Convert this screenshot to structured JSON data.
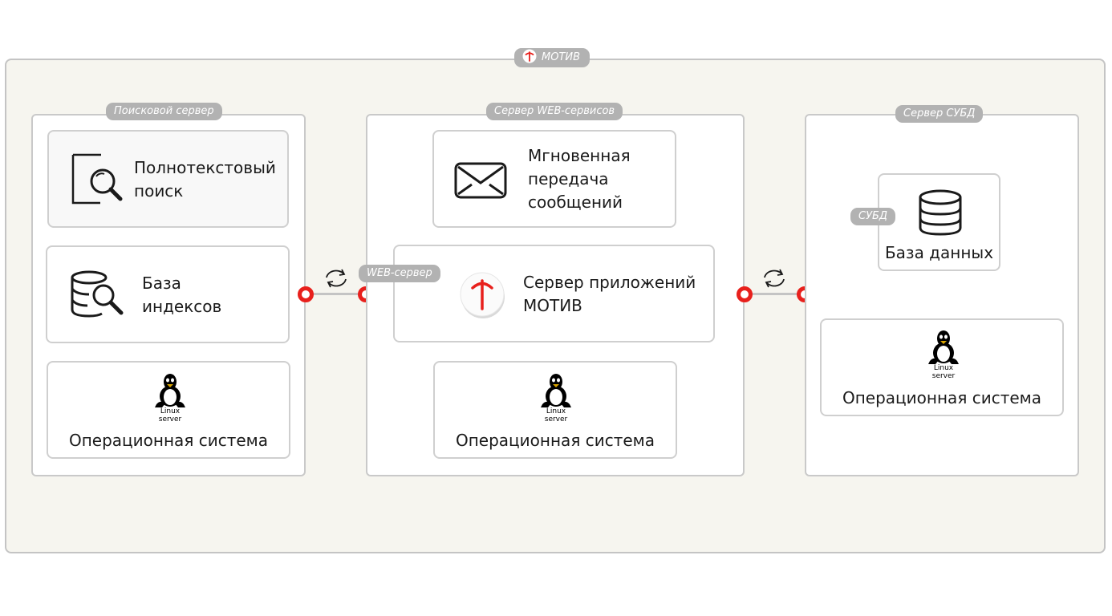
{
  "outer": {
    "title": "МОТИВ"
  },
  "servers": {
    "search": {
      "title": "Поисковой сервер",
      "fulltext_label": "Полнотекстовый\nпоиск",
      "index_label": "База\nиндексов",
      "os_label": "Операционная система",
      "os_badge": "Linux\nserver"
    },
    "web": {
      "title": "Сервер WEB-сервисов",
      "messaging_label": "Мгновенная\nпередача\nсообщений",
      "app_label": "Сервер приложений\nМОТИВ",
      "webserver_tag": "WEB-сервер",
      "os_label": "Операционная система",
      "os_badge": "Linux\nserver"
    },
    "db": {
      "title": "Сервер СУБД",
      "dbms_tag": "СУБД",
      "db_label": "База данных",
      "os_label": "Операционная система",
      "os_badge": "Linux\nserver"
    }
  },
  "colors": {
    "accent": "#e8201c",
    "pill": "#b2b2b2",
    "border": "#c4c4c4",
    "background": "#f6f5ef"
  },
  "icons": [
    "motiv-logo-icon",
    "search-document-icon",
    "database-search-icon",
    "linux-tux-icon",
    "envelope-icon",
    "database-icon",
    "sync-icon",
    "connector-icon"
  ]
}
